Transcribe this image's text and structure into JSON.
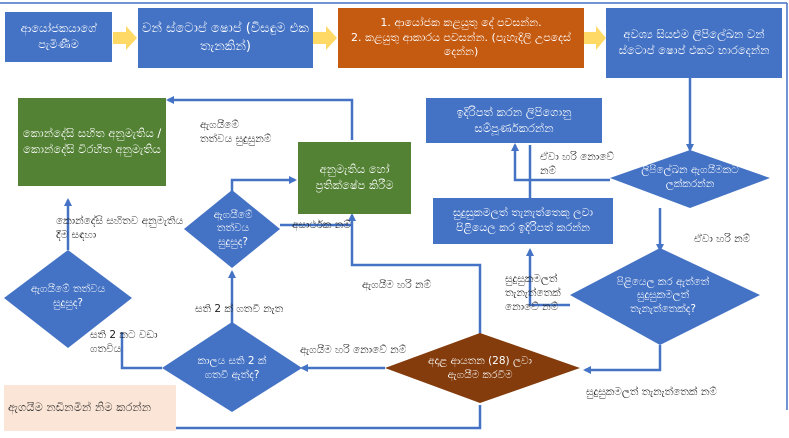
{
  "colors": {
    "blue": "#4472c4",
    "green": "#548235",
    "orange": "#c55a11",
    "brown": "#843c0c",
    "yellow_arrow": "#ffd966",
    "peach": "#fbe5d6",
    "line": "#4472c4"
  },
  "boxes": {
    "start": "ආයෝජකයාගේ පැමිණීම",
    "one_stop": "වන් ස්ටොප් ෂොප් (විසඳුම එක තැනකින්)",
    "provide_details": "1. ආයෝජක කළයුතු දේ පවසන්න.\n2. කළයුතු ආකාරය පවසන්න. (පැහැදිලි උපදෙස් දෙන්න)",
    "handover_letters": "අවශ්‍ය සියළුම ලිපිලේඛන වන් ස්ටොප් ෂොප් එකට භාරදෙන්න",
    "complete_documents": "ඉදිරිපත් කරන ලිපිගොනු සම්පූර්ණකරන්න",
    "approval_reject": "අනුමැතිය හෝ ප්‍රතික්ෂේප කිරීම",
    "conditional_approval": "කොන්දේසි සහිත අනුමැතිය / කොන්දේසි විරහිත අනුමැතිය",
    "submit_defects": "සුදුසුකමලත් තැනැත්තෙකු ලවා පිළියෙල කර ඉදිරිපත් කරන්න",
    "end_note": "ඇගයීම නඩිනමින් නිම කරන්න"
  },
  "diamonds": {
    "letters_eval": "ලිපිලේඛන ඇගයීමකට ලක්කරන්න",
    "prepared_by_qualified": "පිළියෙල කර ඇත්තේ සුදුසුකමලත් තැනැත්තෙක්ද?",
    "assess_28": "අදාළ ආයතන (28) ලවා ඇගයීම කරවීම",
    "time_2weeks": "කාලය සති 2 ක් ගතවී ඇත්ද?",
    "eval_quality_mid": "ඇගයීමේ තත්වය සුදුසුද?",
    "eval_quality_left": "ඇගයීමේ තත්වය සුදුසුද?"
  },
  "labels": {
    "eval_ok_not": "ඒවා හරි නොවේ නම්",
    "eval_ok": "ඒවා හරි නම්",
    "not_qualified_top": "සුදුසුකමලත් තැනැත්තෙක් නොවේ නම්",
    "qualified_bottom": "සුදුසුකමලත් තැනැත්තෙක් නම්",
    "assessment_ok": "ඇගයීම හරි නම්",
    "assessment_not_ok": "ඇගයීම හරි නොවේ නම්",
    "weeks_not_passed": "සති 2 ක් ගතවී නැත",
    "weeks_passed": "සති 2 කට වඩා ගතවිය",
    "quality_suitable": "ඇගයීමේ තත්වය සුදුසුනම්",
    "unsuitable": "අසාර්ථක නම්",
    "condition_approval_date": "කොන්දේසි සහිතව අනුමැතිය දීම සඳහා"
  }
}
